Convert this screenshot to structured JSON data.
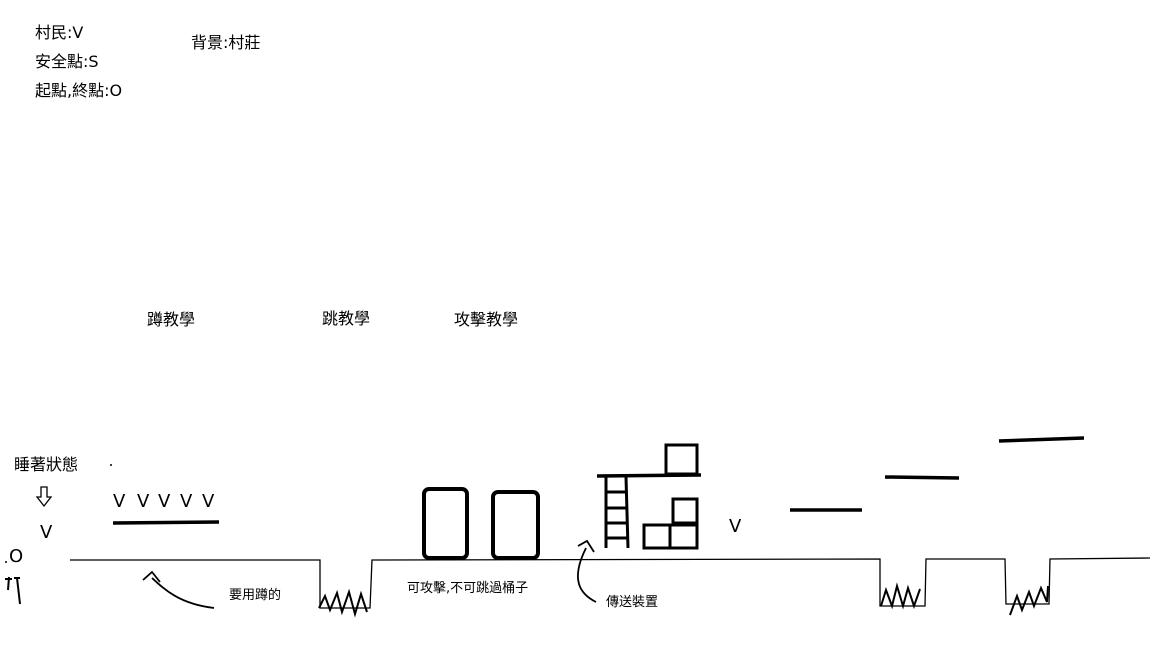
{
  "legend": {
    "villager": "村民:V",
    "safe_point": "安全點:S",
    "start_end": "起點,終點:O",
    "background": "背景:村莊"
  },
  "sections": {
    "crouch": "蹲教學",
    "jump": "跳教學",
    "attack": "攻擊教學"
  },
  "notes": {
    "sleeping": "睡著狀態",
    "use_crouch": "要用蹲的",
    "attack_barrels": "可攻擊,不可跳過桶子",
    "teleporter": "傳送裝置"
  },
  "markers": {
    "start": "O",
    "sleeping_villager": "V",
    "villager_row": [
      "V",
      "V",
      "V",
      "V",
      "V"
    ],
    "platform_villager": "V"
  }
}
